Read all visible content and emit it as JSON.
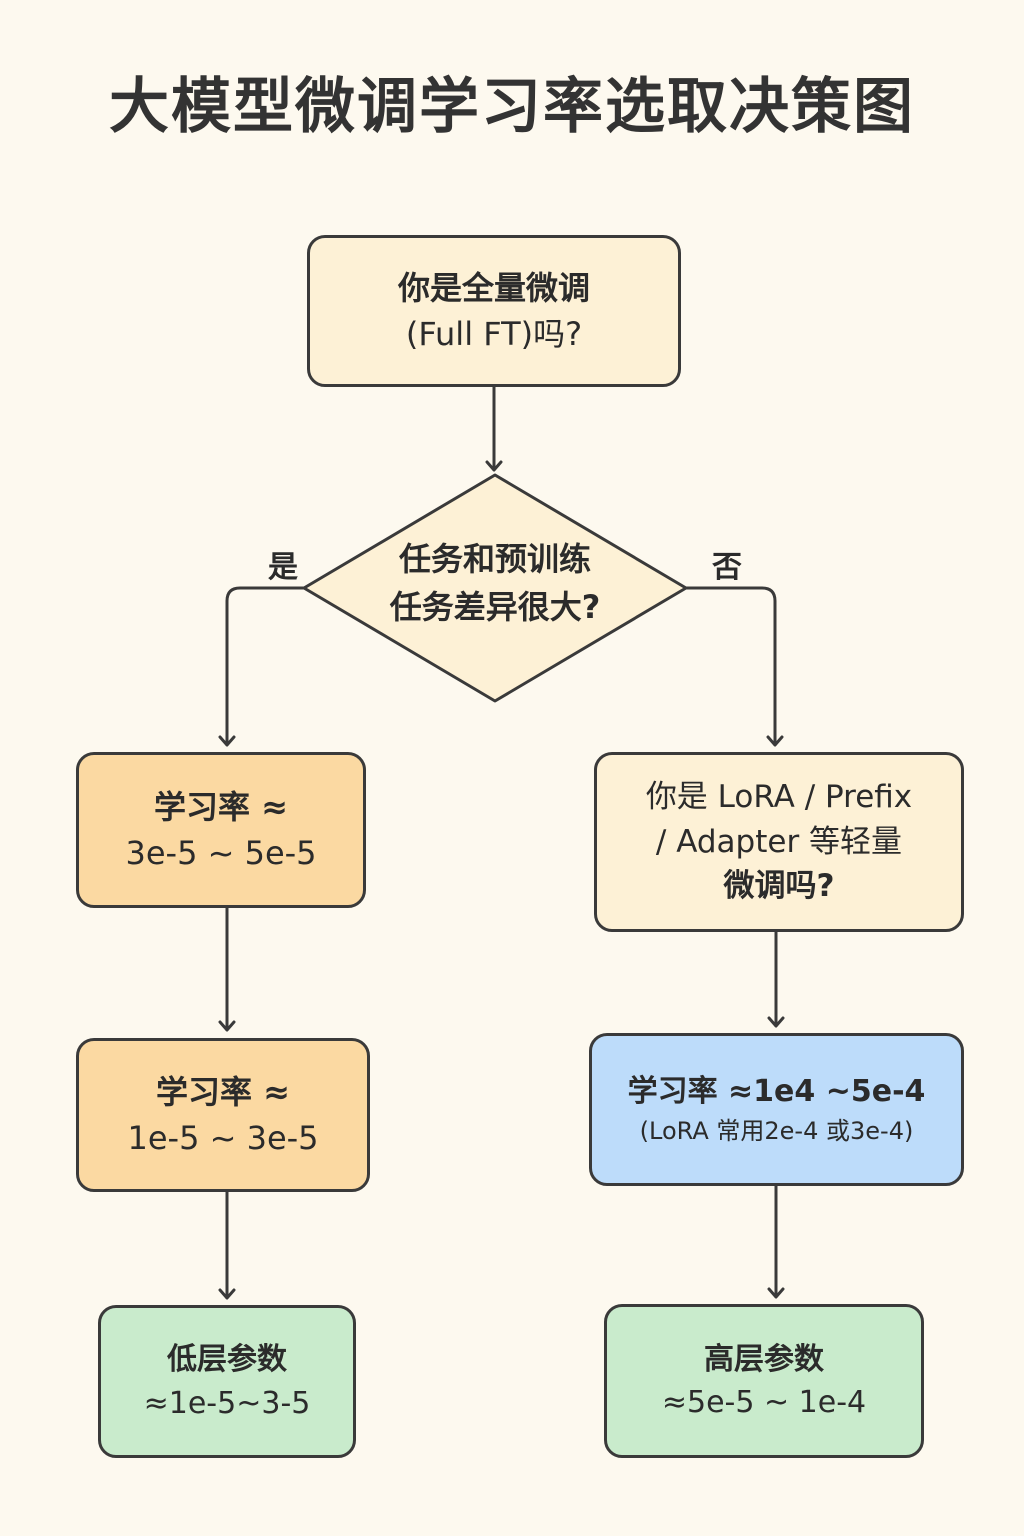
{
  "title": "大模型微调学习率选取决策图",
  "colors": {
    "background": "#fdf9ef",
    "question_fill": "#fdf1d6",
    "full_ft_fill": "#fbd9a2",
    "lora_fill": "#bddcfa",
    "result_fill": "#c9ebcc",
    "stroke": "#3a3a3a"
  },
  "nodes": {
    "start": {
      "line1": "你是全量微调",
      "line2": "(Full FT)吗?"
    },
    "decision": {
      "line1": "任务和预训练",
      "line2": "任务差异很大?"
    },
    "left_lr_high": {
      "line1": "学习率 ≈",
      "line2": "3e-5 ~ 5e-5"
    },
    "left_lr_low": {
      "line1": "学习率 ≈",
      "line2": "1e-5 ~ 3e-5"
    },
    "left_result": {
      "line1": "低层参数",
      "line2": "≈1e-5~3-5"
    },
    "right_question": {
      "line1": "你是 LoRA / Prefix",
      "line2": "/ Adapter 等轻量",
      "line3": "微调吗?"
    },
    "right_lr": {
      "line1": "学习率 ≈1e4 ~5e-4",
      "line2": "(LoRA 常用2e-4 或3e-4)"
    },
    "right_result": {
      "line1": "高层参数",
      "line2": "≈5e-5 ~ 1e-4"
    }
  },
  "branch_labels": {
    "yes": "是",
    "no": "否"
  }
}
